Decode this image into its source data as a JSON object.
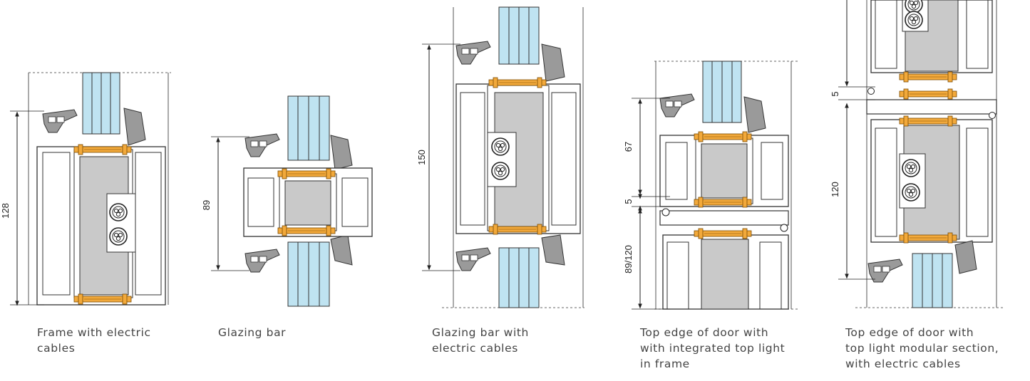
{
  "colors": {
    "glass": "#bfe3f1",
    "gasket": "#f2a93b",
    "core": "#c9c9c9",
    "profile_line": "#3a3a3a",
    "caption_text": "#444444"
  },
  "sections": [
    {
      "caption": "Frame with electric\ncables",
      "dimensions": [
        "128"
      ]
    },
    {
      "caption": "Glazing bar",
      "dimensions": [
        "89"
      ]
    },
    {
      "caption": "Glazing bar with\nelectric cables",
      "dimensions": [
        "150"
      ]
    },
    {
      "caption": "Top edge of door with\nwith integrated top light\nin frame",
      "dimensions": [
        "67",
        "5",
        "89/120"
      ]
    },
    {
      "caption": "Top edge of door with\ntop light modular section,\nwith electric cables",
      "dimensions": [
        "5",
        "120"
      ]
    }
  ]
}
